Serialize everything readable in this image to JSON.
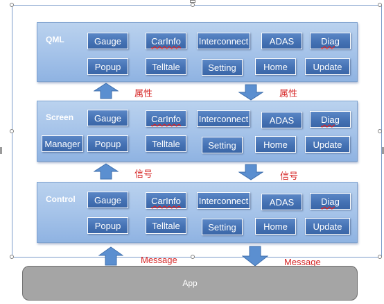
{
  "layers": [
    {
      "label": "QML",
      "modules": {
        "gauge": "Gauge",
        "carinfo": "CarInfo",
        "interconnect": "Interconnect",
        "adas": "ADAS",
        "diag": "Diag",
        "popup": "Popup",
        "telltale": "Telltale",
        "setting": "Setting",
        "home": "Home",
        "update": "Update"
      }
    },
    {
      "label": "Screen",
      "modules": {
        "gauge": "Gauge",
        "carinfo": "CarInfo",
        "interconnect": "Interconnect",
        "adas": "ADAS",
        "diag": "Diag",
        "manager": "Manager",
        "popup": "Popup",
        "telltale": "Telltale",
        "setting": "Setting",
        "home": "Home",
        "update": "Update"
      }
    },
    {
      "label": "Control",
      "modules": {
        "gauge": "Gauge",
        "carinfo": "CarInfo",
        "interconnect": "Interconnect",
        "adas": "ADAS",
        "diag": "Diag",
        "popup": "Popup",
        "telltale": "Telltale",
        "setting": "Setting",
        "home": "Home",
        "update": "Update"
      }
    }
  ],
  "annotations": {
    "qml_screen_left": "属性",
    "qml_screen_right": "属性",
    "screen_control_left": "信号",
    "screen_control_right": "信号",
    "control_app_left": "Message",
    "control_app_right": "Message"
  },
  "app": {
    "label": "App"
  },
  "colors": {
    "layer_fill": "#a8c5ea",
    "module_fill": "#4572b4",
    "arrow_fill": "#5b8fd0",
    "annotation": "#d62828",
    "app_fill": "#a5a5a5"
  }
}
